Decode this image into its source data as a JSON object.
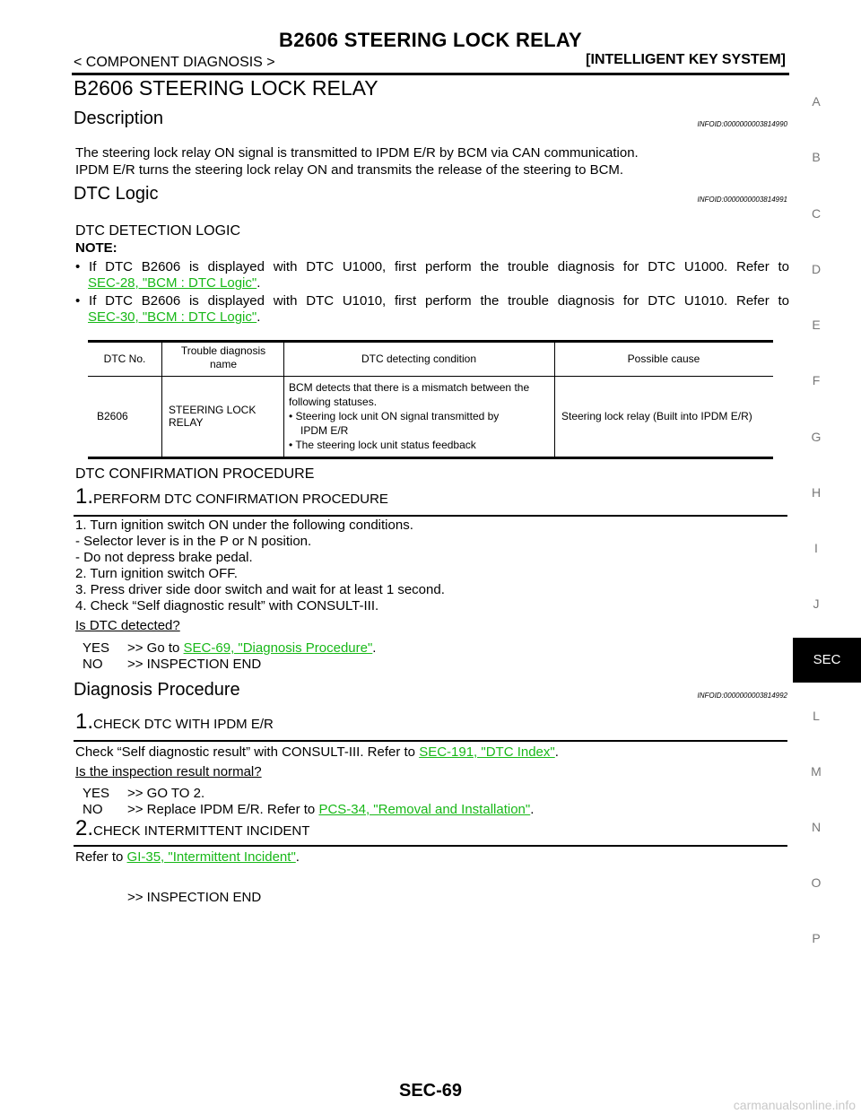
{
  "header": {
    "title": "B2606 STEERING LOCK RELAY",
    "breadcrumb": "< COMPONENT DIAGNOSIS >",
    "section": "[INTELLIGENT KEY SYSTEM]"
  },
  "page_title": "B2606 STEERING LOCK RELAY",
  "description": {
    "heading": "Description",
    "infoid": "INFOID:0000000003814990",
    "lines": [
      "The steering lock relay ON signal is transmitted to IPDM E/R by BCM via CAN communication.",
      "IPDM E/R turns the steering lock relay ON and transmits the release of the steering to BCM."
    ]
  },
  "dtc_logic": {
    "heading": "DTC Logic",
    "infoid": "INFOID:0000000003814991",
    "detection_heading": "DTC DETECTION LOGIC",
    "note_label": "NOTE:",
    "notes": [
      {
        "text": "• If DTC B2606 is displayed with DTC U1000, first perform the trouble diagnosis for DTC U1000. Refer to",
        "link": "SEC-28, \"BCM : DTC Logic\"",
        "tail": "."
      },
      {
        "text": "• If DTC B2606 is displayed with DTC U1010, first perform the trouble diagnosis for DTC U1010. Refer to",
        "link": "SEC-30, \"BCM : DTC Logic\"",
        "tail": "."
      }
    ],
    "table": {
      "headers": [
        "DTC No.",
        "Trouble diagnosis name",
        "DTC detecting condition",
        "Possible cause"
      ],
      "row": {
        "dtc_no": "B2606",
        "name_l1": "STEERING LOCK",
        "name_l2": "RELAY",
        "cond_l1": "BCM detects that there is a mismatch between the",
        "cond_l2": "following statuses.",
        "cond_l3": "• Steering lock unit ON signal transmitted by",
        "cond_l4": "IPDM E/R",
        "cond_l5": "• The steering lock unit status feedback",
        "cause": "Steering lock relay (Built into IPDM E/R)"
      }
    }
  },
  "confirmation": {
    "heading": "DTC CONFIRMATION PROCEDURE",
    "step1": {
      "num": "1.",
      "title": "PERFORM DTC CONFIRMATION PROCEDURE"
    },
    "lines": [
      "1. Turn ignition switch ON under the following conditions.",
      "- Selector lever is in the P or N position.",
      "- Do not depress brake pedal.",
      "2. Turn ignition switch OFF.",
      "3. Press driver side door switch and wait for at least 1 second.",
      "4. Check “Self diagnostic result” with CONSULT-III."
    ],
    "question": "Is DTC detected?",
    "yes_key": "YES",
    "yes_text": ">> Go to",
    "yes_link": "SEC-69, \"Diagnosis Procedure\"",
    "yes_tail": ".",
    "no_key": "NO",
    "no_text": ">> INSPECTION END"
  },
  "diagnosis": {
    "heading": "Diagnosis Procedure",
    "infoid": "INFOID:0000000003814992",
    "step1": {
      "num": "1.",
      "title": "CHECK DTC WITH IPDM E/R"
    },
    "step1_text": "Check “Self diagnostic result” with CONSULT-III. Refer to",
    "step1_link": "SEC-191, \"DTC Index\"",
    "step1_tail": ".",
    "question": "Is the inspection result normal?",
    "yes_key": "YES",
    "yes_text": ">> GO TO 2.",
    "no_key": "NO",
    "no_text": ">> Replace IPDM E/R. Refer to",
    "no_link": "PCS-34, \"Removal and Installation\"",
    "no_tail": ".",
    "step2": {
      "num": "2.",
      "title": "CHECK INTERMITTENT INCIDENT"
    },
    "step2_text": "Refer to",
    "step2_link": "GI-35, \"Intermittent Incident\"",
    "step2_tail": ".",
    "end_text": ">> INSPECTION END"
  },
  "side_tabs": [
    "A",
    "B",
    "C",
    "D",
    "E",
    "F",
    "G",
    "H",
    "I",
    "J",
    "SEC",
    "L",
    "M",
    "N",
    "O",
    "P"
  ],
  "footer": {
    "page": "SEC-69"
  },
  "watermark": "carmanualsonline.info",
  "colors": {
    "link": "#18b818",
    "active_tab_bg": "#000000",
    "tab_text": "#777777"
  }
}
